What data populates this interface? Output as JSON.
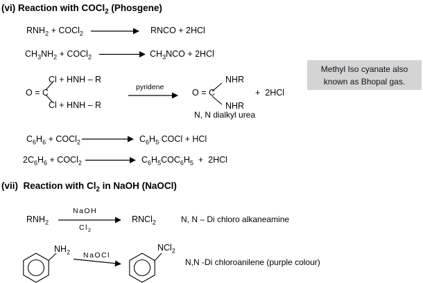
{
  "page": {
    "bg": "#ffffff",
    "ink": "#000000"
  },
  "note_box": {
    "bg": "#d4d4d4",
    "line1": "Methyl Iso cyanate also",
    "line2": "known as Bhopal gas."
  },
  "section_vi": {
    "heading": "(vi) Reaction with COCl_2 (Phosgene)",
    "rxn_alkyl": {
      "lhs": "RNH_2 + COCl_2",
      "rhs": "RNCO + 2HCl"
    },
    "rxn_methyl": {
      "lhs": "CH_3NH_2 + COCl_2",
      "rhs": "CH_3NCO + 2HCl"
    },
    "rxn_urea": {
      "reactant_core": "O = C",
      "reactant_branch_top": "Cl + HNH – R",
      "reactant_branch_bottom": "Cl + HNH – R",
      "condition": "pyridene",
      "product_core": "O = C",
      "product_branch_top": "NHR",
      "product_branch_bottom": "NHR",
      "byproduct": "+  2HCl",
      "product_name": "N, N dialkyl urea"
    },
    "rxn_benzene_mono": {
      "lhs": "C_6H_6 + COCl_2",
      "rhs": "C_6H_5 COCl + HCl"
    },
    "rxn_benzene_di": {
      "lhs": "2C_6H_6 + COCl_2",
      "rhs": "C_6H_5COC_6H_5  +  2HCl"
    }
  },
  "section_vii": {
    "heading": "(vii)  Reaction with Cl_2 in NaOH (NaOCl)",
    "rxn_alkyl": {
      "lhs": "RNH_2",
      "condition_above": "NaOH",
      "condition_below": "Cl_2",
      "rhs": "RNCl_2",
      "product_name": "N, N – Di chloro alkaneamine"
    },
    "rxn_aniline": {
      "reactant_group": "NH_2",
      "condition": "NaOCl",
      "product_group": "NCl_2",
      "product_name": "N,N -Di chloroanilene (purple colour)"
    }
  }
}
